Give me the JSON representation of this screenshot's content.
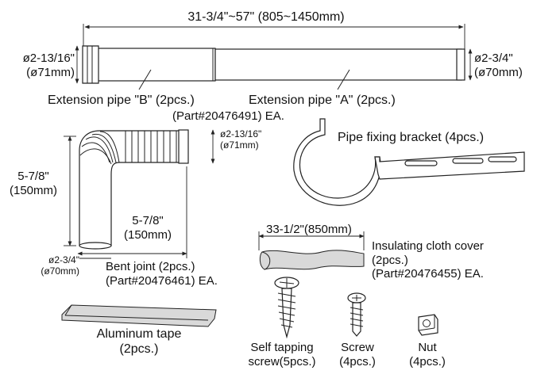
{
  "labels": {
    "overall_length": "31-3/4\"~57\" (805~1450mm)",
    "dia_left": "ø2-13/16\"\n(ø71mm)",
    "dia_right": "ø2-3/4\"\n(ø70mm)",
    "pipe_b": "Extension pipe \"B\" (2pcs.)",
    "pipe_a": "Extension pipe \"A\" (2pcs.)",
    "pipe_part": "(Part#20476491) EA.",
    "bend_dia_top": "ø2-13/16\"\n(ø71mm)",
    "bend_height": "5-7/8\"\n(150mm)",
    "bend_width": "5-7/8\"\n(150mm)",
    "bend_dia_bottom": "ø2-3/4\"\n(ø70mm)",
    "bent_joint": "Bent joint (2pcs.)\n(Part#20476461) EA.",
    "bracket": "Pipe fixing bracket (4pcs.)",
    "cover_length": "33-1/2\"(850mm)",
    "cover": "Insulating cloth cover\n(2pcs.)\n(Part#20476455) EA.",
    "tape": "Aluminum tape\n(2pcs.)",
    "self_tapping": "Self tapping\nscrew(5pcs.)",
    "screw": "Screw\n(4pcs.)",
    "nut": "Nut\n(4pcs.)"
  }
}
